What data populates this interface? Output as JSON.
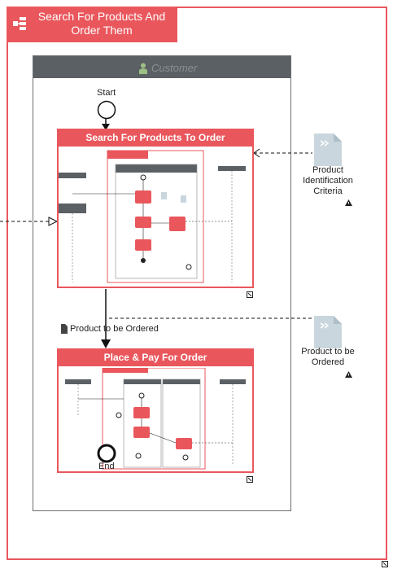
{
  "diagram": {
    "title": "Search For Products And Order Them",
    "lane": {
      "label": "Customer"
    },
    "start_label": "Start",
    "end_label": "End",
    "subprocess_1": {
      "title": "Search For Products To Order",
      "inner_title": "Search For Products To Order"
    },
    "subprocess_2": {
      "title": "Place & Pay For Order",
      "inner_title": "Place & Pay For Order"
    },
    "flow_label": "Product to be Ordered",
    "doc_1": {
      "label": "Product Identification Criteria"
    },
    "doc_2": {
      "label": "Product to be Ordered"
    },
    "colors": {
      "accent": "#e9575d",
      "lane_header": "#5b6065",
      "doc": "#c9d6de"
    }
  }
}
